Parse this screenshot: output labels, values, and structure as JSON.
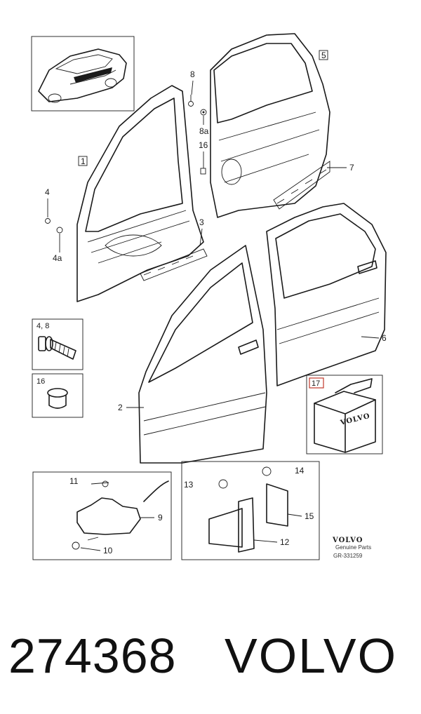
{
  "diagram": {
    "callouts": {
      "c1": "1",
      "c2": "2",
      "c3": "3",
      "c4": "4",
      "c4a": "4a",
      "c5": "5",
      "c6": "6",
      "c7": "7",
      "c8": "8",
      "c8a": "8a",
      "c9": "9",
      "c10": "10",
      "c11": "11",
      "c12": "12",
      "c13": "13",
      "c14": "14",
      "c15": "15",
      "c16": "16",
      "c17": "17"
    },
    "fastener_box_label": "4, 8",
    "cap_box_label": "16",
    "kit_box_label": "17",
    "box_brand_stamp": "VOLVO",
    "brand": {
      "logo": "VOLVO",
      "subtitle": "Genuine Parts",
      "reference": "GR-331259"
    },
    "colors": {
      "line": "#1a1a1a",
      "highlight_box": "#c0392b"
    }
  },
  "footer": {
    "part_number": "274368",
    "brand": "VOLVO"
  }
}
